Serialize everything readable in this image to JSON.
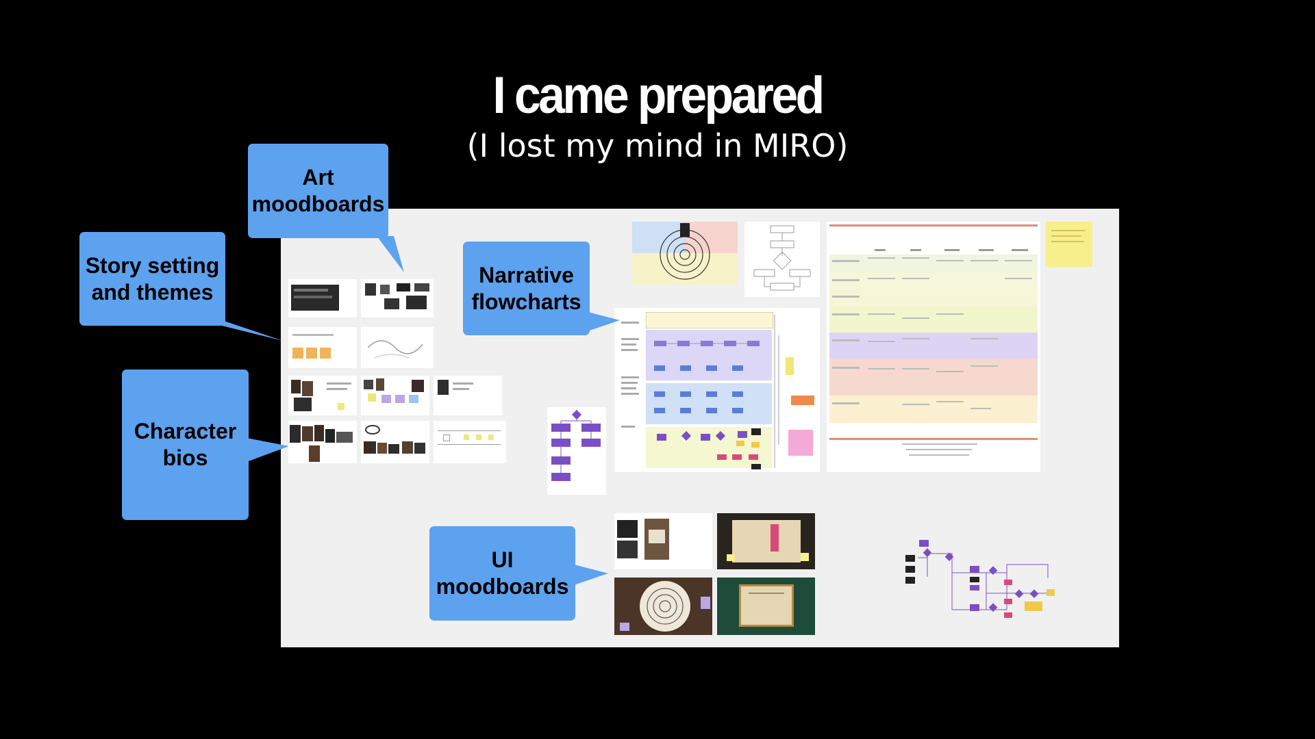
{
  "slide": {
    "title": "I came prepared",
    "subtitle": "(I lost my mind in MIRO)"
  },
  "callouts": {
    "art_moodboards": [
      "Art",
      "moodboards"
    ],
    "story_setting": [
      "Story setting",
      "and themes"
    ],
    "narrative_flowcharts": [
      "Narrative",
      "flowcharts"
    ],
    "character_bios": [
      "Character",
      "bios"
    ],
    "ui_moodboards": [
      "UI",
      "moodboards"
    ]
  },
  "colors": {
    "background": "#000000",
    "callout": "#5da2ef",
    "board": "#f0f0f0",
    "flow_purple": "#7b4fc4",
    "sticky_yellow": "#f6ef8c"
  }
}
